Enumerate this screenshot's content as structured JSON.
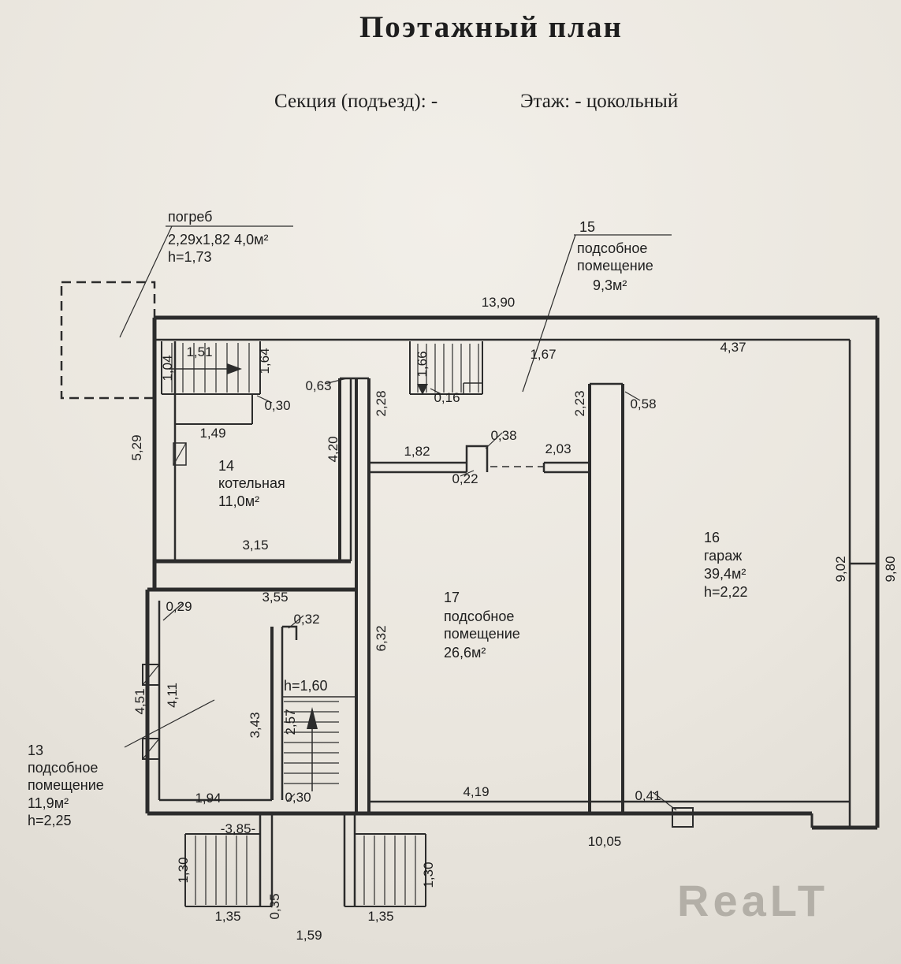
{
  "header": {
    "title": "Поэтажный план",
    "section": "Секция (подъезд): -",
    "floor": "Этаж: - цокольный"
  },
  "watermark": "ReaLT",
  "labels": {
    "cellar": {
      "name": "погреб",
      "dims": "2,29x1,82  4,0м²",
      "height": "h=1,73"
    },
    "room13": {
      "num": "13",
      "line1": "подсобное",
      "line2": "помещение",
      "area": "11,9м²",
      "height": "h=2,25"
    },
    "room14": {
      "num": "14",
      "name": "котельная",
      "area": "11,0м²"
    },
    "room15": {
      "num": "15",
      "line1": "подсобное",
      "line2": "помещение",
      "area": "9,3м²"
    },
    "room16": {
      "num": "16",
      "name": "гараж",
      "area": "39,4м²",
      "height": "h=2,22"
    },
    "room17": {
      "num": "17",
      "line1": "подсобное",
      "line2": "помещение",
      "area": "26,6м²"
    },
    "stair_height": "h=1,60"
  },
  "dims": {
    "d13_90": "13,90",
    "d4_37": "4,37",
    "d1_51": "1,51",
    "d1_04": "1,04",
    "d1_64": "1,64",
    "d0_30": "0,30",
    "d1_49": "1,49",
    "d0_63": "0,63",
    "d2_28": "2,28",
    "d1_66": "1,66",
    "d0_16": "0,16",
    "d1_67": "1,67",
    "d2_23": "2,23",
    "d0_58": "0,58",
    "d5_29": "5,29",
    "d4_20": "4,20",
    "d0_38": "0,38",
    "d1_82": "1,82",
    "d2_03": "2,03",
    "d0_22": "0,22",
    "d3_15": "3,15",
    "d9_02": "9,02",
    "d9_80": "9,80",
    "d0_29": "0,29",
    "d3_55": "3,55",
    "d0_32": "0,32",
    "d6_32": "6,32",
    "d4_51": "4,51",
    "d4_11": "4,11",
    "d3_43": "3,43",
    "d2_57": "2,57",
    "d1_94": "1,94",
    "d4_19": "4,19",
    "d0_41": "0,41",
    "d3_85": "-3,85-",
    "d10_05": "10,05",
    "d1_30": "1,30",
    "d1_35": "1,35",
    "d0_35": "0,35",
    "d1_59": "1,59"
  }
}
